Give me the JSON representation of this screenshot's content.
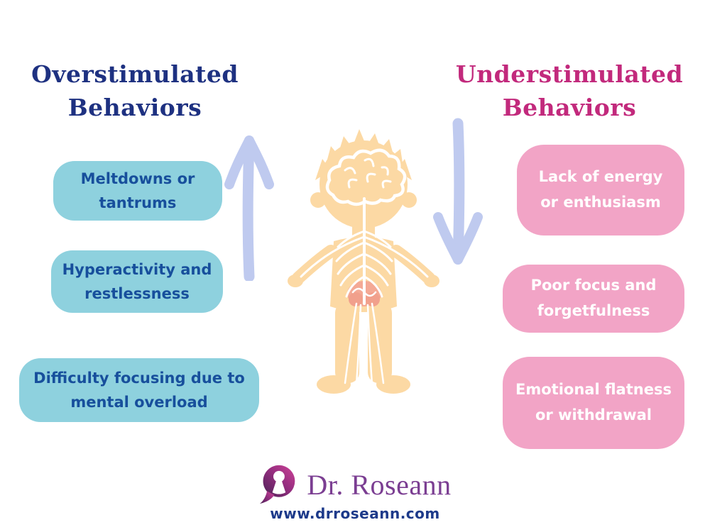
{
  "header": {
    "left_title": "Overstimulated Behaviors",
    "right_title": "Understimulated Behaviors"
  },
  "overstimulated": {
    "items": [
      {
        "label": "Meltdowns or tantrums"
      },
      {
        "label": "Hyperactivity and restlessness"
      },
      {
        "label": "Difficulty focusing due to mental overload"
      }
    ]
  },
  "understimulated": {
    "items": [
      {
        "label": "Lack of energy or enthusiasm"
      },
      {
        "label": "Poor focus and forgetfulness"
      },
      {
        "label": "Emotional flatness or withdrawal"
      }
    ]
  },
  "icons": {
    "up_arrow": "up-arrow",
    "down_arrow": "down-arrow",
    "center_figure": "child-nervous-system-illustration",
    "logo": "dr-roseann-speech-bubble-logo"
  },
  "footer": {
    "brand": "Dr. Roseann",
    "website": "www.drroseann.com"
  },
  "colors": {
    "background": "#ffffff",
    "overstimulated_title": "#1e3181",
    "understimulated_title": "#c2297c",
    "teal_bubble": "#8ed1de",
    "teal_bubble_text": "#174f9c",
    "pink_bubble": "#f2a4c6",
    "pink_bubble_text": "#ffffff",
    "arrow": "#bfcaef",
    "body_silhouette": "#fcd9a4",
    "nervous_system": "#ffffff",
    "pelvic_highlight": "#f29a90",
    "brand_text": "#7b3e92",
    "website_text": "#1d3a8a"
  }
}
